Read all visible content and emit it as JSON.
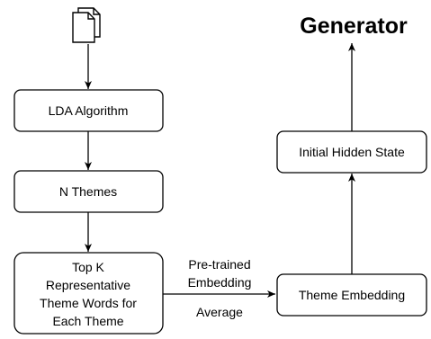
{
  "diagram": {
    "nodes": {
      "documents": {
        "icon": "documents-icon"
      },
      "lda": {
        "label": "LDA Algorithm"
      },
      "themes": {
        "label": "N Themes"
      },
      "topk": {
        "lines": [
          "Top K",
          "Representative",
          "Theme Words for",
          "Each Theme"
        ]
      },
      "theme_embedding": {
        "label": "Theme Embedding"
      },
      "hidden_state": {
        "label": "Initial Hidden State"
      },
      "generator": {
        "label": "Generator"
      }
    },
    "edges": {
      "topk_to_embedding": {
        "label_above": [
          "Pre-trained",
          "Embedding"
        ],
        "label_below": "Average"
      }
    }
  }
}
